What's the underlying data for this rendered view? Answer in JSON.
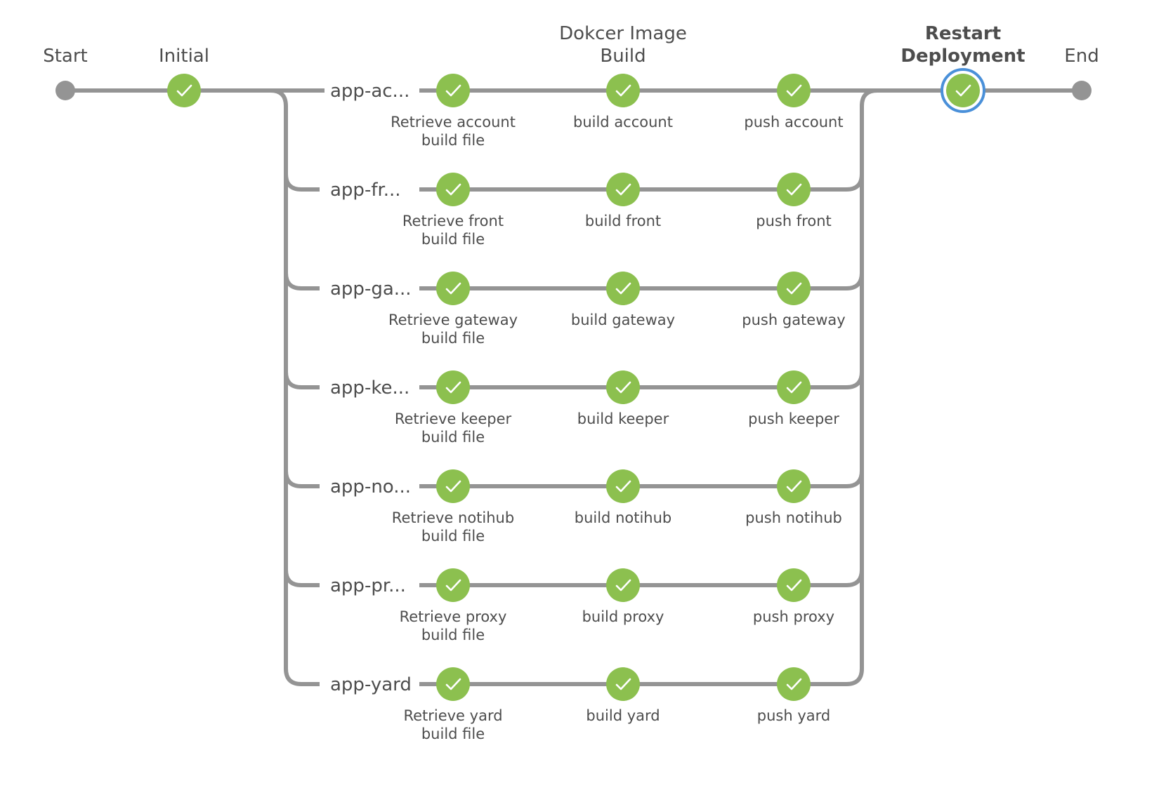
{
  "diagram": {
    "colors": {
      "line": "#949494",
      "success": "#8cc04f",
      "endpoint": "#949494",
      "selected_ring": "#4a90d9",
      "text": "#4d4d4d"
    },
    "icons": {
      "status": "check-icon"
    },
    "top_stages": [
      {
        "id": "start",
        "label_lines": [
          "Start"
        ],
        "kind": "endpoint"
      },
      {
        "id": "initial",
        "label_lines": [
          "Initial"
        ],
        "kind": "success"
      },
      {
        "id": "docker-image-build",
        "label_lines": [
          "Dokcer Image",
          "Build"
        ],
        "kind": "group"
      },
      {
        "id": "restart-deployment",
        "label_lines": [
          "Restart",
          "Deployment"
        ],
        "kind": "success",
        "selected": true
      },
      {
        "id": "end",
        "label_lines": [
          "End"
        ],
        "kind": "endpoint"
      }
    ],
    "branches": [
      {
        "label": "app-ac...",
        "steps": [
          {
            "label_lines": [
              "Retrieve account",
              "build file"
            ],
            "status": "success"
          },
          {
            "label_lines": [
              "build account"
            ],
            "status": "success"
          },
          {
            "label_lines": [
              "push account"
            ],
            "status": "success"
          }
        ]
      },
      {
        "label": "app-fr...",
        "steps": [
          {
            "label_lines": [
              "Retrieve front",
              "build file"
            ],
            "status": "success"
          },
          {
            "label_lines": [
              "build front"
            ],
            "status": "success"
          },
          {
            "label_lines": [
              "push front"
            ],
            "status": "success"
          }
        ]
      },
      {
        "label": "app-ga...",
        "steps": [
          {
            "label_lines": [
              "Retrieve gateway",
              "build file"
            ],
            "status": "success"
          },
          {
            "label_lines": [
              "build gateway"
            ],
            "status": "success"
          },
          {
            "label_lines": [
              "push gateway"
            ],
            "status": "success"
          }
        ]
      },
      {
        "label": "app-ke...",
        "steps": [
          {
            "label_lines": [
              "Retrieve keeper",
              "build file"
            ],
            "status": "success"
          },
          {
            "label_lines": [
              "build keeper"
            ],
            "status": "success"
          },
          {
            "label_lines": [
              "push keeper"
            ],
            "status": "success"
          }
        ]
      },
      {
        "label": "app-no...",
        "steps": [
          {
            "label_lines": [
              "Retrieve notihub",
              "build file"
            ],
            "status": "success"
          },
          {
            "label_lines": [
              "build notihub"
            ],
            "status": "success"
          },
          {
            "label_lines": [
              "push notihub"
            ],
            "status": "success"
          }
        ]
      },
      {
        "label": "app-pr...",
        "steps": [
          {
            "label_lines": [
              "Retrieve proxy",
              "build file"
            ],
            "status": "success"
          },
          {
            "label_lines": [
              "build proxy"
            ],
            "status": "success"
          },
          {
            "label_lines": [
              "push proxy"
            ],
            "status": "success"
          }
        ]
      },
      {
        "label": "app-yard",
        "steps": [
          {
            "label_lines": [
              "Retrieve yard",
              "build file"
            ],
            "status": "success"
          },
          {
            "label_lines": [
              "build yard"
            ],
            "status": "success"
          },
          {
            "label_lines": [
              "push yard"
            ],
            "status": "success"
          }
        ]
      }
    ]
  }
}
